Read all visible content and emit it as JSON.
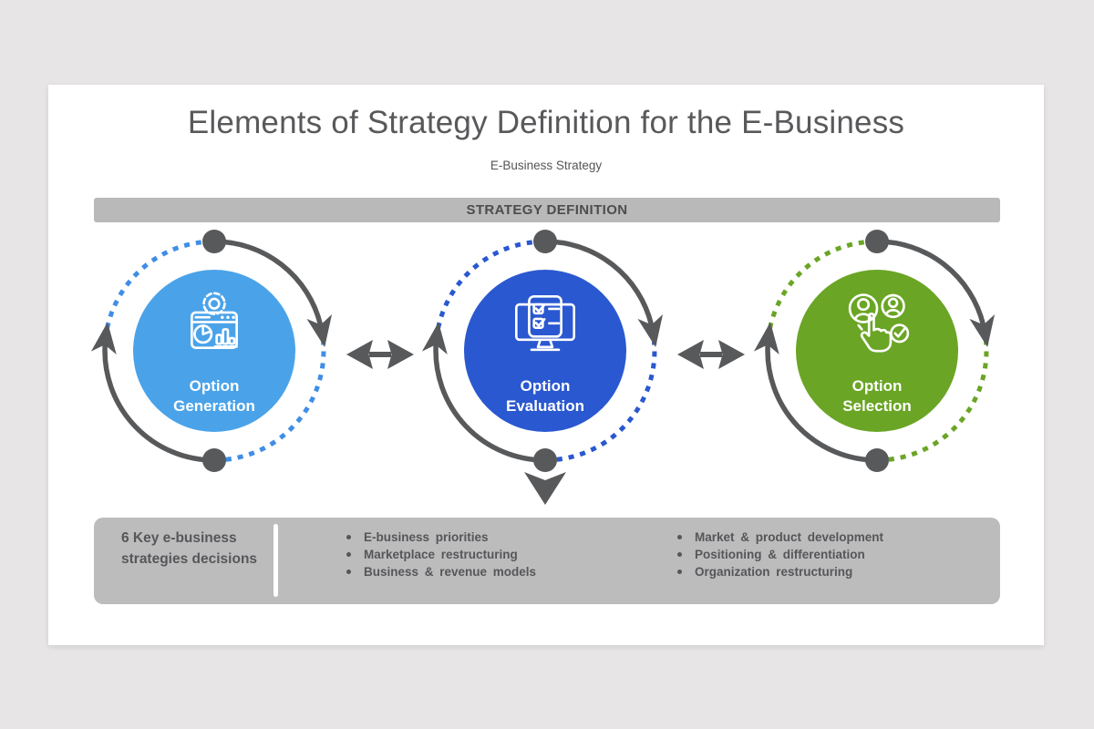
{
  "slide": {
    "title": "Elements of Strategy Definition for the E-Business",
    "subtitle": "E-Business Strategy",
    "banner": "STRATEGY DEFINITION"
  },
  "cycle": {
    "items": [
      {
        "label": "Option Generation",
        "color": "#4aa3e9",
        "dash_color": "#3f8ee6",
        "icon": "analytics-window-gear-icon"
      },
      {
        "label": "Option Evaluation",
        "color": "#2a58d0",
        "dash_color": "#2a58d0",
        "icon": "monitor-checklist-icon"
      },
      {
        "label": "Option Selection",
        "color": "#6aa525",
        "dash_color": "#6aa525",
        "icon": "user-selection-hand-icon"
      }
    ]
  },
  "footer": {
    "heading": "6 Key e-business strategies decisions",
    "list1": [
      "E-business priorities",
      "Marketplace restructuring",
      "Business & revenue models"
    ],
    "list2": [
      "Market & product development",
      "Positioning & differentiation",
      "Organization restructuring"
    ]
  },
  "colors": {
    "page_bg": "#e7e5e5",
    "slide_bg": "#ffffff",
    "banner_bg": "#b9b9b9",
    "footer_bg": "#bdbcbc",
    "arrow_gray": "#58595b",
    "title_text": "#59585b",
    "footer_text": "#565559"
  }
}
